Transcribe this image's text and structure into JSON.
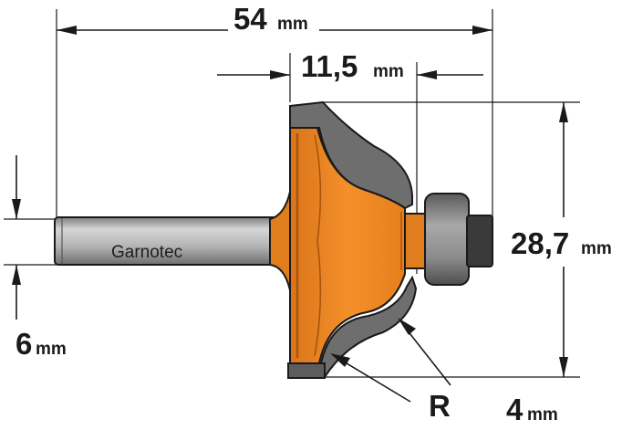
{
  "dimensions": {
    "total_length": {
      "value": "54",
      "unit": "mm"
    },
    "cut_length": {
      "value": "11,5",
      "unit": "mm"
    },
    "cut_diameter": {
      "value": "28,7",
      "unit": "mm"
    },
    "shank_diameter": {
      "value": "6",
      "unit": "mm"
    },
    "radius": {
      "label": "R"
    },
    "bearing_offset": {
      "value": "4",
      "unit": "mm"
    }
  },
  "shank": {
    "brand": "Garnotec"
  },
  "colors": {
    "body": "#f08a22",
    "body_shadow": "#c86a10",
    "steel": "#8a8a8a",
    "steel_dark": "#5c5c5c",
    "shank": "#b8b8b8",
    "line": "#1a1a1a"
  }
}
